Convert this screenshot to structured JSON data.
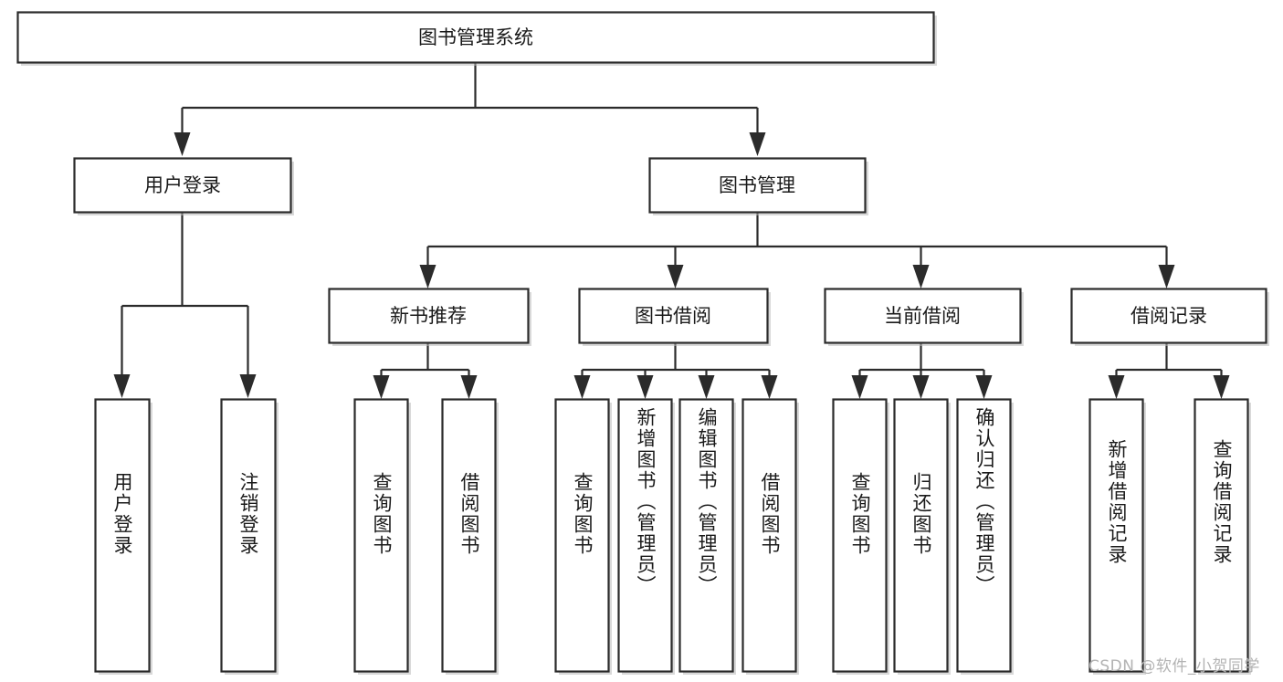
{
  "diagram": {
    "type": "tree-hierarchy-flowchart",
    "title": "图书管理系统",
    "watermark": "CSDN @软件_小贺同学",
    "colors": {
      "background": "#ffffff",
      "box_fill": "#ffffff",
      "box_stroke": "#2b2b2b",
      "text": "#1a1a1a",
      "watermark": "#b3b3b3"
    },
    "levels": {
      "root_label": "图书管理系统",
      "level1": [
        "用户登录",
        "图书管理"
      ],
      "level2": [
        "新书推荐",
        "图书借阅",
        "当前借阅",
        "借阅记录"
      ]
    },
    "root": {
      "label": "图书管理系统",
      "children": [
        {
          "label": "用户登录",
          "children": [
            {
              "label": "用户登录"
            },
            {
              "label": "注销登录"
            }
          ]
        },
        {
          "label": "图书管理",
          "children": [
            {
              "label": "新书推荐",
              "children": [
                {
                  "label": "查询图书"
                },
                {
                  "label": "借阅图书"
                }
              ]
            },
            {
              "label": "图书借阅",
              "children": [
                {
                  "label": "查询图书"
                },
                {
                  "label": "新增图书（管理员）"
                },
                {
                  "label": "编辑图书（管理员）"
                },
                {
                  "label": "借阅图书"
                }
              ]
            },
            {
              "label": "当前借阅",
              "children": [
                {
                  "label": "查询图书"
                },
                {
                  "label": "归还图书"
                },
                {
                  "label": "确认归还（管理员）"
                }
              ]
            },
            {
              "label": "借阅记录",
              "children": [
                {
                  "label": "新增借阅记录"
                },
                {
                  "label": "查询借阅记录"
                }
              ]
            }
          ]
        }
      ]
    },
    "nodes": {
      "root": "图书管理系统",
      "n_user_login": "用户登录",
      "n_book_manage": "图书管理",
      "n_user_login_leaf1": "用户登录",
      "n_user_login_leaf2": "注销登录",
      "n_new_book": "新书推荐",
      "n_new_book_leaf1": "查询图书",
      "n_new_book_leaf2": "借阅图书",
      "n_borrow": "图书借阅",
      "n_borrow_leaf1": "查询图书",
      "n_borrow_leaf2": "新增图书（管理员）",
      "n_borrow_leaf3": "编辑图书（管理员）",
      "n_borrow_leaf4": "借阅图书",
      "n_current": "当前借阅",
      "n_current_leaf1": "查询图书",
      "n_current_leaf2": "归还图书",
      "n_current_leaf3": "确认归还（管理员）",
      "n_record": "借阅记录",
      "n_record_leaf1": "新增借阅记录",
      "n_record_leaf2": "查询借阅记录"
    }
  }
}
